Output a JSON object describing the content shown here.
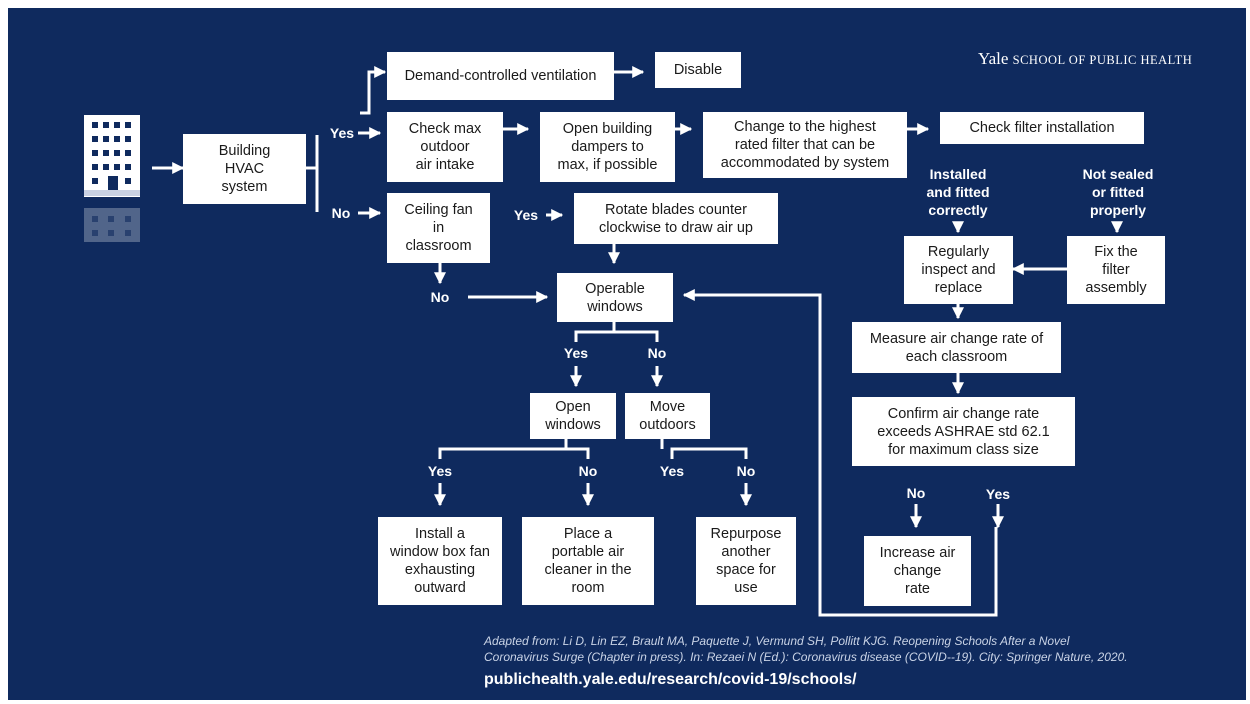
{
  "brand": {
    "name": "Yale",
    "school": "SCHOOL OF PUBLIC HEALTH"
  },
  "icons": {
    "building": "building-icon"
  },
  "colors": {
    "background": "#0f2a5e",
    "box": "#ffffff",
    "text": "#1a1a1a",
    "arrow": "#ffffff"
  },
  "boxes": {
    "building_hvac": "Building\nHVAC\nsystem",
    "demand_controlled": "Demand-controlled ventilation",
    "disable": "Disable",
    "check_max_outdoor": "Check max\noutdoor\nair intake",
    "open_dampers": "Open building\ndampers to\nmax, if possible",
    "highest_filter": "Change to the highest\nrated filter that can be\naccommodated by system",
    "check_filter": "Check filter installation",
    "ceiling_fan": "Ceiling fan\nin\nclassroom",
    "rotate_blades": "Rotate blades counter\nclockwise to draw air up",
    "operable_windows": "Operable\nwindows",
    "open_windows": "Open\nwindows",
    "move_outdoors": "Move\noutdoors",
    "window_box_fan": "Install a\nwindow box fan\nexhausting\noutward",
    "portable_cleaner": "Place a\nportable air\ncleaner in the\nroom",
    "repurpose_space": "Repurpose\nanother\nspace for\nuse",
    "regularly_inspect": "Regularly\ninspect and\nreplace",
    "fix_filter": "Fix the\nfilter\nassembly",
    "measure_ach": "Measure air change rate of\neach classroom",
    "confirm_ach": "Confirm air change rate\nexceeds ASHRAE std 62.1\nfor maximum class size",
    "increase_ach": "Increase air\nchange\nrate"
  },
  "labels": {
    "hvac_yes": "Yes",
    "hvac_no": "No",
    "fan_yes": "Yes",
    "fan_no": "No",
    "windows_yes": "Yes",
    "windows_no": "No",
    "open_yes": "Yes",
    "open_no": "No",
    "outdoors_yes": "Yes",
    "outdoors_no": "No",
    "installed_correctly": "Installed\nand fitted\ncorrectly",
    "not_sealed": "Not sealed\nor fitted\nproperly",
    "ach_no": "No",
    "ach_yes": "Yes"
  },
  "footer": {
    "credit_line1": "Adapted from: Li D, Lin EZ, Brault MA, Paquette J, Vermund SH, Pollitt KJG. Reopening Schools After a Novel",
    "credit_line2": "Coronavirus Surge (Chapter in press). In: Rezaei N (Ed.): Coronavirus disease (COVID--19). City: Springer Nature, 2020.",
    "url": "publichealth.yale.edu/research/covid-19/schools/"
  }
}
